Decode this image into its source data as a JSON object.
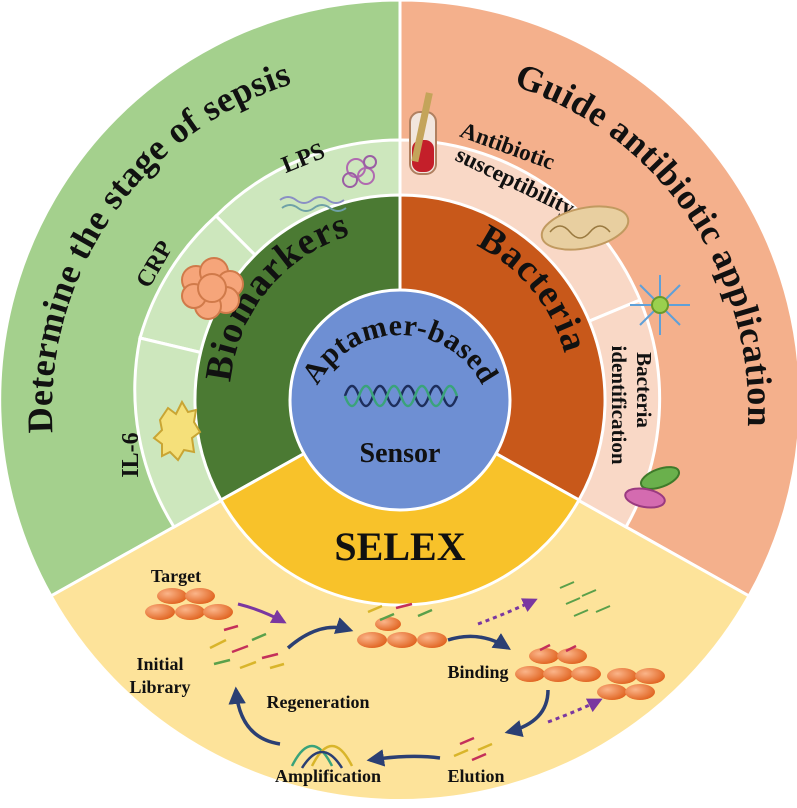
{
  "center": {
    "line1": "Aptamer-based",
    "line2": "Sensor"
  },
  "inner_ring": {
    "left": "Biomarkers",
    "right": "Bacteria",
    "bottom": "SELEX"
  },
  "middle_ring": {
    "biomarkers": [
      "IL-6",
      "CRP",
      "LPS"
    ],
    "bacteria": {
      "antibiotic": [
        "Antibiotic",
        "susceptibility"
      ],
      "identification": [
        "Bacteria",
        "identification"
      ]
    }
  },
  "outer_ring": {
    "left": "Determine the stage of sepsis",
    "right": "Guide antibiotic application"
  },
  "selex_cycle": {
    "target": "Target",
    "initial_library": [
      "Initial",
      "Library"
    ],
    "binding": "Binding",
    "elution": "Elution",
    "amplification": "Amplification",
    "regeneration": "Regeneration"
  },
  "colors": {
    "outer_green": "#a4d08d",
    "middle_green": "#cde7bd",
    "inner_green": "#4b7a33",
    "outer_orange": "#f4b08c",
    "middle_orange": "#f9d8c6",
    "inner_orange": "#c8581a",
    "selex_outer": "#fde39a",
    "selex_inner": "#f8c22a",
    "center_blue": "#6e8fd3",
    "arrow_blue": "#2b3f73",
    "arrow_purple": "#7a37a0",
    "particle_orange": "#ec7b3c"
  }
}
